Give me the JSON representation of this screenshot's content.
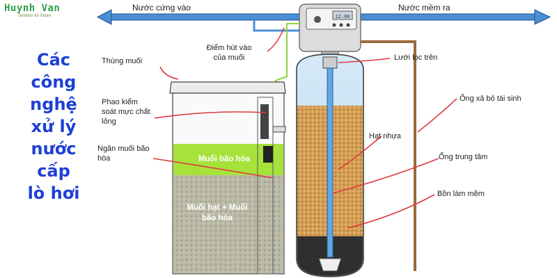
{
  "brand": {
    "name": "Huynh Van",
    "tagline": "Solution for future"
  },
  "headline_lines": [
    "Các",
    "công",
    "nghệ",
    "xử lý",
    "nước",
    "cấp",
    "lò hơi"
  ],
  "flows": {
    "inlet": "Nước cứng vào",
    "outlet": "Nước mềm ra"
  },
  "labels": {
    "brine_tank": "Thùng muối",
    "brine_draw_1": "Điểm hút vào",
    "brine_draw_2": "của muối",
    "upper_screen": "Lưới lọc trên",
    "float_1": "Phao kiểm",
    "float_2": "soát mực chất",
    "float_3": "lỏng",
    "brine_well_1": "Ngăn muối bão",
    "brine_well_2": "hòa",
    "drain_line": "Ống xả bỏ tái sinh",
    "resin": "Hạt nhựa",
    "riser_tube": "Ống trung tâm",
    "softener_tank": "Bồn làm mềm"
  },
  "tank_labels": {
    "saturated_brine": "Muối bão hòa",
    "salt_1": "Muối hạt +  Muối",
    "salt_2": "bão hòa"
  },
  "valve_display": "12:00",
  "colors": {
    "headline": "#1d3fd6",
    "brand": "#2ea24a",
    "pipe": "#4a8fd6",
    "brine": "#a6e23a",
    "resin": "#d8a55a",
    "callout": "#e0393e"
  }
}
